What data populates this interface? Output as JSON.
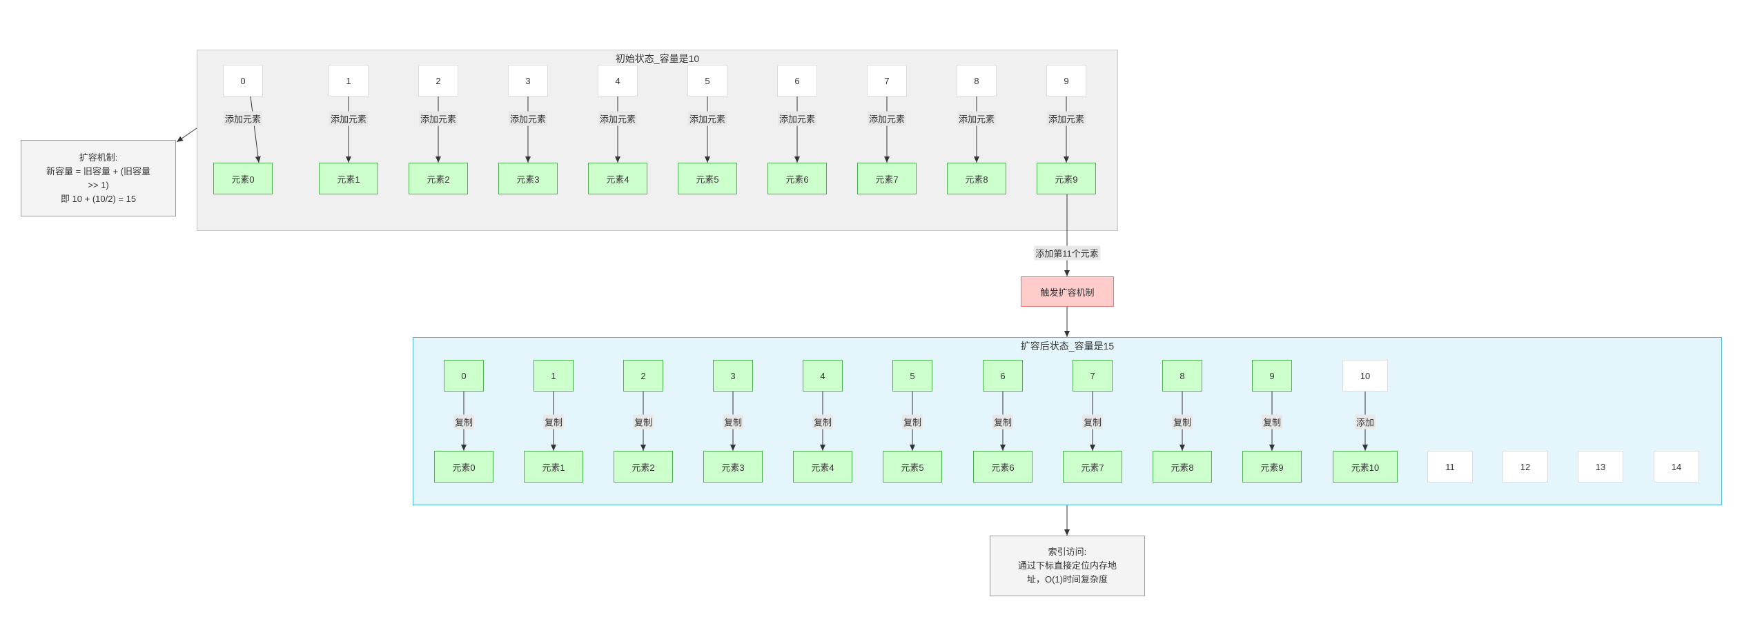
{
  "initial_group": {
    "title": "初始状态_容量是10",
    "indices": [
      "0",
      "1",
      "2",
      "3",
      "4",
      "5",
      "6",
      "7",
      "8",
      "9"
    ],
    "elements": [
      "元素0",
      "元素1",
      "元素2",
      "元素3",
      "元素4",
      "元素5",
      "元素6",
      "元素7",
      "元素8",
      "元素9"
    ],
    "edge_label": "添加元素"
  },
  "expand_note": {
    "line1": "扩容机制:",
    "line2": "新容量 = 旧容量 + (旧容量",
    "line3": ">> 1)",
    "line4": "即 10 + (10/2) = 15"
  },
  "trigger": {
    "edge_label": "添加第11个元素",
    "label": "触发扩容机制"
  },
  "expanded_group": {
    "title": "扩容后状态_容量是15",
    "indices": [
      "0",
      "1",
      "2",
      "3",
      "4",
      "5",
      "6",
      "7",
      "8",
      "9",
      "10"
    ],
    "elements": [
      "元素0",
      "元素1",
      "元素2",
      "元素3",
      "元素4",
      "元素5",
      "元素6",
      "元素7",
      "元素8",
      "元素9",
      "元素10"
    ],
    "empty_slots": [
      "11",
      "12",
      "13",
      "14"
    ],
    "copy_label": "复制",
    "add_label": "添加"
  },
  "access_note": {
    "line1": "索引访问:",
    "line2": "通过下标直接定位内存地",
    "line3": "址，O(1)时间复杂度"
  },
  "colors": {
    "green_fill": "#ccffcc",
    "green_border": "#4caf50",
    "red_fill": "#ffcccc",
    "blue_group": "#e4f5fc"
  }
}
